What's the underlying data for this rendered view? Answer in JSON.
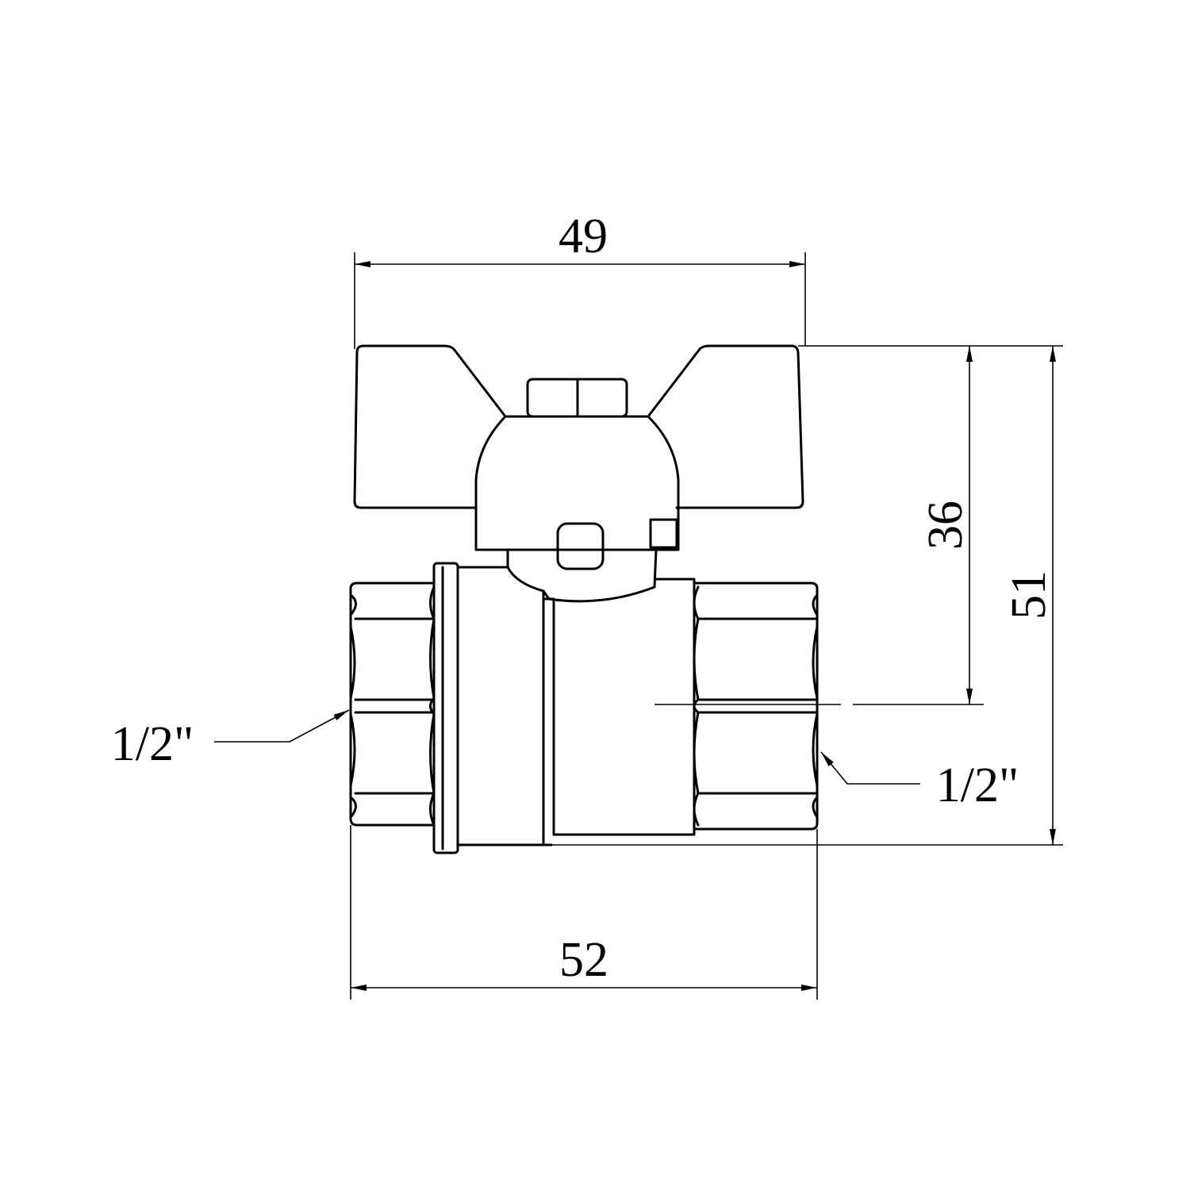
{
  "drawing": {
    "title": "Ball valve with butterfly handle",
    "dimensions": {
      "handle_width": "49",
      "body_length": "52",
      "handle_to_axis": "36",
      "total_height": "51"
    },
    "threads": {
      "left": "1/2\"",
      "right": "1/2\""
    },
    "colors": {
      "line": "#000000",
      "background": "#ffffff"
    }
  }
}
